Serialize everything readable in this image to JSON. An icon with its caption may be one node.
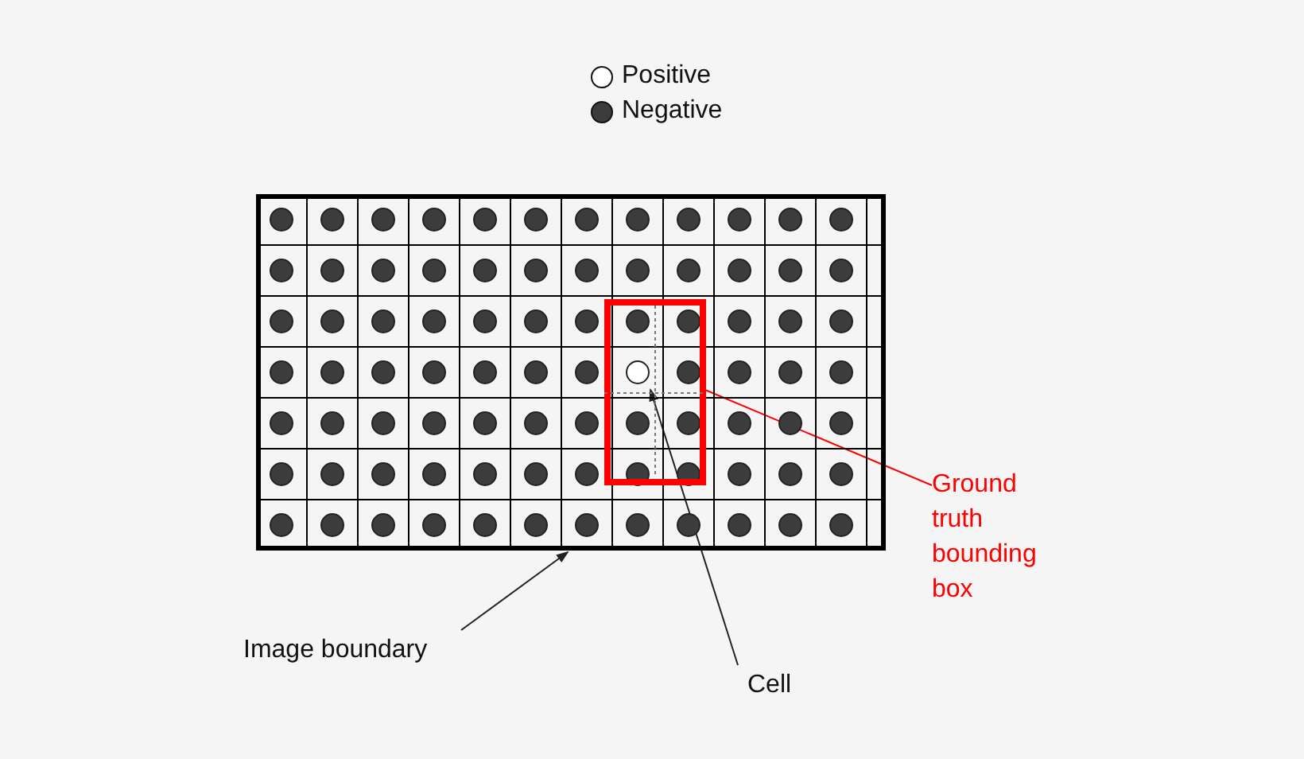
{
  "diagram": {
    "nodes": [
      {
        "text": [],
        "shape": "box"
      },
      {
        "text": [],
        "shape": "box",
        "in": 0
      },
      {
        "text": [
          "Ground truth bounding box"
        ]
      },
      {
        "text": [
          "Image boundary"
        ]
      },
      {
        "text": [
          "Cell"
        ]
      }
    ],
    "edges": [
      {
        "from": 2,
        "to": 1,
        "arrow": "none",
        "color": "#ff0000"
      },
      {
        "from": 3,
        "to": 0,
        "arrow": "to"
      },
      {
        "from": 4,
        "to": 1,
        "arrow": "to"
      }
    ],
    "legend": [
      {
        "text": "Positive"
      },
      {
        "text": "Negative"
      }
    ]
  }
}
